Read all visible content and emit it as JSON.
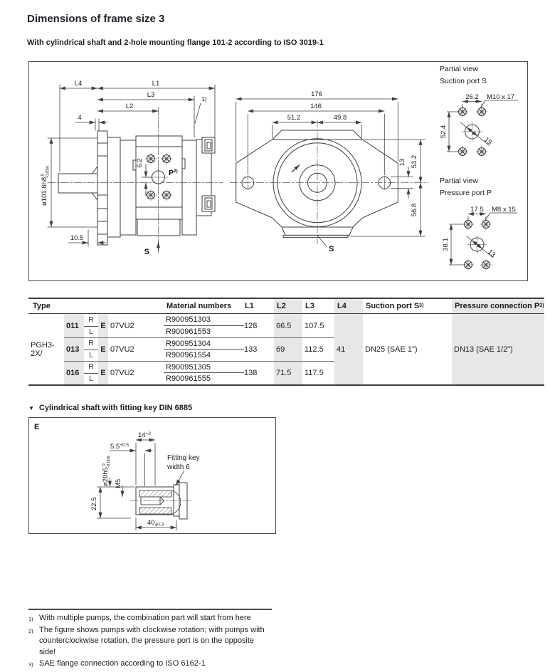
{
  "page": {
    "title": "Dimensions of frame size 3",
    "subtitle": "With cylindrical shaft and 2-hole mounting flange 101-2 according to ISO 3019-1"
  },
  "side_view": {
    "l4": "L4",
    "l1": "L1",
    "l3": "L3",
    "l2": "L2",
    "dim4": "4",
    "dia": "ø101.6h8",
    "dia_tol_top": "0",
    "dia_tol_bot": "-0.054",
    "dim62": "6.2",
    "p": "P",
    "p_sup": "2)",
    "note": "1)",
    "dim105": "10.5",
    "s": "S"
  },
  "front_view": {
    "d176": "176",
    "d146": "146",
    "d512": "51.2",
    "d498": "49.8",
    "d13": "13",
    "d532": "53.2",
    "d568": "56.8",
    "s": "S"
  },
  "suction_view": {
    "title1": "Partial view",
    "title2": "Suction port S",
    "dh": "26.2",
    "thread": "M10 x 17",
    "dv": "52.4",
    "dia": "19"
  },
  "pressure_view": {
    "title1": "Partial view",
    "title2": "Pressure port P",
    "dh": "17.5",
    "thread": "M8 x 15",
    "dv": "38.1",
    "dia": "13"
  },
  "table": {
    "h_type": "Type",
    "h_material": "Material numbers",
    "h_l1": "L1",
    "h_l2": "L2",
    "h_l3": "L3",
    "h_l4": "L4",
    "h_suction": "Suction port S",
    "h_pressure": "Pressure connection P",
    "h_sup": "3)",
    "type_prefix": "PGH3-2X/",
    "rows": [
      {
        "size": "011",
        "r": "R",
        "l": "L",
        "e": "E",
        "code": "07VU2",
        "mat_r": "R900951303",
        "mat_l": "R900961553",
        "l1": "128",
        "l2": "66.5",
        "l3": "107.5"
      },
      {
        "size": "013",
        "r": "R",
        "l": "L",
        "e": "E",
        "code": "07VU2",
        "mat_r": "R900951304",
        "mat_l": "R900961554",
        "l1": "133",
        "l2": "69",
        "l3": "112.5"
      },
      {
        "size": "016",
        "r": "R",
        "l": "L",
        "e": "E",
        "code": "07VU2",
        "mat_r": "R900951305",
        "mat_l": "R900961555",
        "l1": "138",
        "l2": "71.5",
        "l3": "117.5"
      }
    ],
    "l4": "41",
    "suction": "DN25 (SAE 1\")",
    "pressure": "DN13 (SAE 1/2\")"
  },
  "shaft_view": {
    "marker": "▼",
    "title": "Cylindrical shaft with fitting key DIN 6885",
    "e": "E",
    "d14": "14",
    "d14_sup": "+2",
    "d55": "5.5",
    "d55_sup": "+0.5",
    "dia": "ø20h5",
    "dia_tol_top": "0",
    "dia_tol_bot": "-0.009",
    "m5": "M5",
    "d225": "22.5",
    "d40": "40",
    "d40_sub": "±0.3",
    "key1": "Fitting key",
    "key2": "width 6"
  },
  "footnotes": [
    {
      "m": "1)",
      "t": "With multiple pumps, the combination part will start from here"
    },
    {
      "m": "2)",
      "t": "The figure shows pumps with clockwise rotation; with pumps with counterclockwise rotation, the pressure port is on the opposite side!"
    },
    {
      "m": "3)",
      "t": "SAE flange connection according to ISO 6162-1"
    }
  ]
}
